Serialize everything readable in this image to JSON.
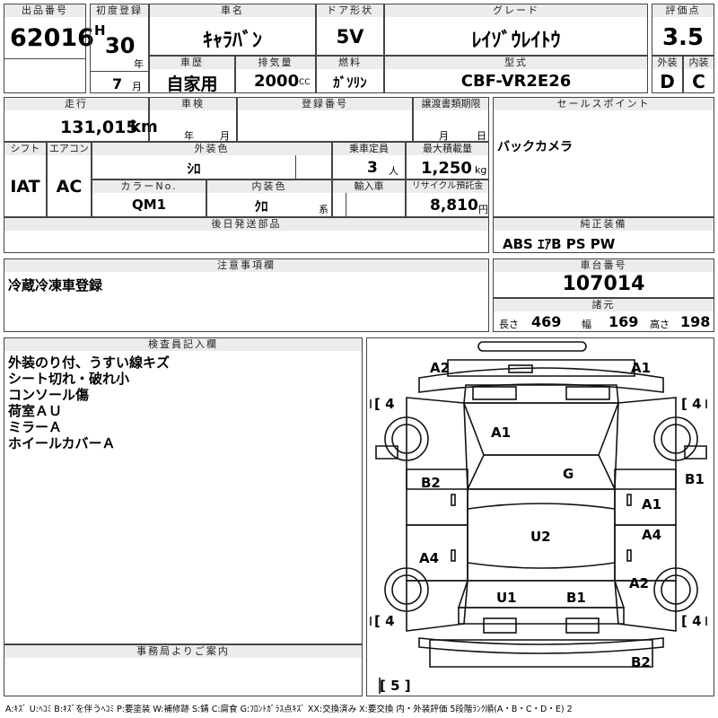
{
  "header": {
    "lot_no_label": "出品番号",
    "lot_no": "62016",
    "first_reg_label": "初度登録",
    "era": "H",
    "year": "30",
    "year_unit": "年",
    "month": "7",
    "month_unit": "月",
    "car_name_label": "車名",
    "car_name": "ｷｬﾗﾊﾞﾝ",
    "door_label": "ドア形状",
    "door": "5V",
    "grade_label": "グレード",
    "grade": "ﾚｲｿﾞｳﾚｲﾄｳ",
    "score_label": "評価点",
    "score": "3.5",
    "history_label": "車歴",
    "history": "自家用",
    "displacement_label": "排気量",
    "displacement": "2000",
    "displacement_unit": "CC",
    "fuel_label": "燃料",
    "fuel": "ｶﾞｿﾘﾝ",
    "model_label": "型式",
    "model": "CBF-VR2E26",
    "exterior_label": "外装",
    "exterior": "D",
    "interior_label": "内装",
    "interior": "C"
  },
  "row2": {
    "mileage_label": "走行",
    "mileage": "131,015",
    "mileage_unit": "km",
    "inspection_label": "車検",
    "insp_year_unit": "年",
    "insp_month_unit": "月",
    "reg_no_label": "登録番号",
    "transfer_label": "譲渡書類期限",
    "transfer_month_unit": "月",
    "transfer_day_unit": "日",
    "sales_label": "セールスポイント",
    "sales_point": "バックカメラ",
    "shift_label": "シフト",
    "shift": "IAT",
    "aircon_label": "エアコン",
    "aircon": "AC",
    "color_label": "外装色",
    "color": "ｼﾛ",
    "capacity_label": "乗車定員",
    "capacity": "3",
    "capacity_unit": "人",
    "load_label": "最大積載量",
    "load": "1,250",
    "load_unit": "kg",
    "color_no_label": "カラーNo.",
    "color_no": "QM1",
    "int_color_label": "内装色",
    "int_color": "ｸﾛ",
    "int_color_unit": "系",
    "import_label": "輸入車",
    "recycle_label": "リサイクル預託金",
    "recycle": "8,810",
    "recycle_unit": "円",
    "later_parts_label": "後日発送部品",
    "equipment_label": "純正装備",
    "equipment": "ABS ｴｱB PS PW"
  },
  "notes": {
    "caution_label": "注意事項欄",
    "caution": "冷蔵冷凍車登録",
    "chassis_label": "車台番号",
    "chassis": "107014",
    "spec_label": "諸元",
    "length_label": "長さ",
    "length": "469",
    "width_label": "幅",
    "width": "169",
    "height_label": "高さ",
    "height": "198",
    "inspector_label": "検査員記入欄",
    "inspector_lines": [
      "外装のり付、うすい線キズ",
      "シート切れ・破れ小",
      "コンソール傷",
      "荷室ＡＵ",
      "ミラーＡ",
      "ホイールカバーＡ"
    ],
    "office_label": "事務局よりご案内"
  },
  "diagram": {
    "a2_top_left": "A2",
    "a1_top_right": "A1",
    "tire_fl": "4",
    "tire_fr": "4",
    "tire_rl": "4",
    "tire_rr": "4",
    "spare": "5",
    "a1_hood": "A1",
    "g_glass": "G",
    "b2_left": "B2",
    "b1_right": "B1",
    "a1_right_door": "A1",
    "u2_roof": "U2",
    "a4_left": "A4",
    "a4_right": "A4",
    "a2_right_rear": "A2",
    "u1_rear": "U1",
    "b1_rear": "B1",
    "b2_bottom": "B2"
  },
  "legend": "A:ｷｽﾞ U:ﾍｺﾐ B:ｷｽﾞを伴うﾍｺﾐ P:要塗装 W:補修跡 S:錆 C:腐食 G:ﾌﾛﾝﾄｶﾞﾗｽ点ｷｽﾞ XX:交換済み X:要交換 内・外装評価 5段階ﾗﾝｸ順(A・B・C・D・E) 2"
}
